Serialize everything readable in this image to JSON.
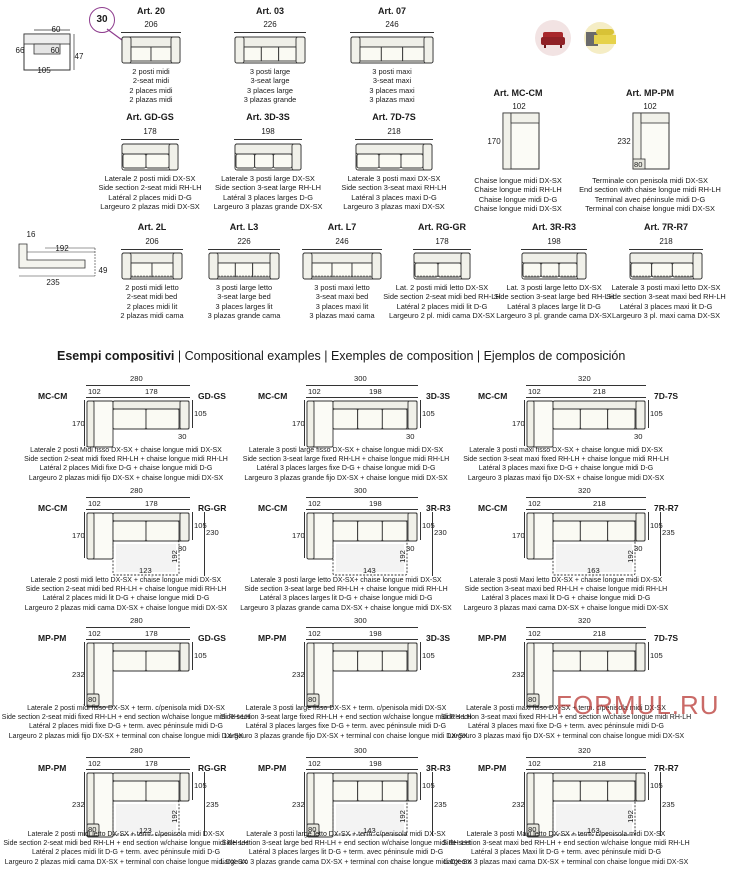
{
  "badge": "30",
  "module_dims": {
    "top": "60",
    "left": "66",
    "inner": "60",
    "right": "47",
    "bottom": "105"
  },
  "bed_dims": {
    "top": "16",
    "width": "192",
    "depth": "235",
    "height": "49"
  },
  "icons": {
    "sofa_icon": "sofa-icon",
    "bed_icon": "sofa-bed-icon"
  },
  "colors": {
    "accent": "#b7312d",
    "sofa_red": "#a8282c",
    "sofa_yellow": "#e6d24a",
    "icon_bg": "#f2e3e3"
  },
  "row1": [
    {
      "art": "Art. 20",
      "width": "206",
      "desc": [
        "2 posti midi",
        "2-seat midi",
        "2 places midi",
        "2 plazas midi"
      ]
    },
    {
      "art": "Art. 03",
      "width": "226",
      "desc": [
        "3 posti large",
        "3-seat large",
        "3 places large",
        "3 plazas grande"
      ]
    },
    {
      "art": "Art. 07",
      "width": "246",
      "desc": [
        "3 posti maxi",
        "3-seat maxi",
        "3 places maxi",
        "3 plazas maxi"
      ]
    }
  ],
  "row2": [
    {
      "art": "Art. GD-GS",
      "width": "178",
      "desc": [
        "Laterale 2 posti midi DX-SX",
        "Side section 2-seat midi RH-LH",
        "Latéral 2 places midi D-G",
        "Largeuro 2 plazas midi DX-SX"
      ]
    },
    {
      "art": "Art. 3D-3S",
      "width": "198",
      "desc": [
        "Laterale 3 posti large DX-SX",
        "Side section 3-seat large RH-LH",
        "Latéral 3 places larges D-G",
        "Largeuro 3 plazas grande DX-SX"
      ]
    },
    {
      "art": "Art. 7D-7S",
      "width": "218",
      "desc": [
        "Laterale 3 posti maxi DX-SX",
        "Side section 3-seat maxi RH-LH",
        "Latéral 3 places maxi D-G",
        "Largeuro 3 plazas maxi DX-SX"
      ]
    }
  ],
  "mc": {
    "art": "Art. MC-CM",
    "width": "102",
    "depth": "170",
    "desc": [
      "Chaise longue midi DX-SX",
      "Chaise longue midi RH-LH",
      "Chaise longue midi D-G",
      "Chaise longue midi DX-SX"
    ]
  },
  "mp": {
    "art": "Art. MP-PM",
    "width": "102",
    "depth": "232",
    "foot": "80",
    "desc": [
      "Terminale con penisola midi DX-SX",
      "End section with chaise longue midi RH-LH",
      "Terminal avec péninsule midi D-G",
      "Terminal con chaise longue midi DX-SX"
    ]
  },
  "row3": [
    {
      "art": "Art. 2L",
      "width": "206",
      "desc": [
        "2 posti midi letto",
        "2-seat midi bed",
        "2 places midi lit",
        "2 plazas midi cama"
      ]
    },
    {
      "art": "Art. L3",
      "width": "226",
      "desc": [
        "3 posti large letto",
        "3-seat large bed",
        "3 places larges lit",
        "3 plazas grande cama"
      ]
    },
    {
      "art": "Art. L7",
      "width": "246",
      "desc": [
        "3 posti maxi letto",
        "3-seat maxi bed",
        "3 places maxi lit",
        "3 plazas maxi cama"
      ]
    },
    {
      "art": "Art. RG-GR",
      "width": "178",
      "desc": [
        "Lat. 2 posti midi letto DX-SX",
        "Side section 2-seat midi bed RH-LH",
        "Latéral 2 places midi lit D-G",
        "Largeuro 2 pl. midi cama DX-SX"
      ]
    },
    {
      "art": "Art. 3R-R3",
      "width": "198",
      "desc": [
        "Lat. 3 posti large letto DX-SX",
        "Side section 3-seat large bed RH-LH",
        "Latéral 3 places large lit D-G",
        "Largeuro 3 pl. grande cama DX-SX"
      ]
    },
    {
      "art": "Art. 7R-R7",
      "width": "218",
      "desc": [
        "Laterale 3 posti maxi letto DX-SX",
        "Side section 3-seat maxi bed RH-LH",
        "Latéral 3 places maxi lit D-G",
        "Largeuro 3 pl. maxi cama DX-SX"
      ]
    }
  ],
  "heading": {
    "bold": "Esempi compositivi",
    "rest": " | Compositional examples | Exemples de composition | Ejemplos de composición"
  },
  "examples": [
    {
      "left": "MC-CM",
      "right": "GD-GS",
      "total": "280",
      "a": "102",
      "b": "178",
      "depth": "105",
      "low": "30",
      "side": "170",
      "desc": [
        "Laterale 2 posti Midi fisso DX-SX + chaise longue midi DX-SX",
        "Side section 2-seat midi fixed RH-LH + chaise longue midi RH-LH",
        "Latéral 2 places Midi fixe D-G + chaise longue midi D-G",
        "Largeuro 2 plazas midi fijo DX-SX + chaise longue midi DX-SX"
      ]
    },
    {
      "left": "MC-CM",
      "right": "3D-3S",
      "total": "300",
      "a": "102",
      "b": "198",
      "depth": "105",
      "low": "30",
      "side": "170",
      "desc": [
        "Laterale 3 posti large fisso DX-SX + chaise longue midi DX-SX",
        "Side section 3-seat large fixed RH-LH + chaise longue midi RH-LH",
        "Latéral 3 places larges fixe D-G + chaise longue midi D-G",
        "Largeuro 3 plazas grande fijo DX-SX + chaise longue midi DX-SX"
      ]
    },
    {
      "left": "MC-CM",
      "right": "7D-7S",
      "total": "320",
      "a": "102",
      "b": "218",
      "depth": "105",
      "low": "30",
      "side": "170",
      "desc": [
        "Laterale 3 posti maxi fisso DX-SX + chaise longue midi DX-SX",
        "Side section 3-seat maxi fixed RH-LH + chaise longue midi RH-LH",
        "Latéral 3 places maxi fixe D-G + chaise longue midi D-G",
        "Largeuro 3 plazas maxi fijo DX-SX + chaise longue midi DX-SX"
      ]
    },
    {
      "left": "MC-CM",
      "right": "RG-GR",
      "total": "280",
      "a": "102",
      "b": "178",
      "depth": "105",
      "low": "30",
      "side": "170",
      "bed_w": "123",
      "bed_d": "192",
      "extra": "230",
      "desc": [
        "Laterale 2 posti midi letto DX-SX + chaise longue midi DX-SX",
        "Side section 2-seat midi bed RH-LH + chaise longue midi RH-LH",
        "Latéral 2 places midi lit D-G + chaise longue midi D-G",
        "Largeuro 2 plazas midi cama DX-SX + chaise longue midi DX-SX"
      ]
    },
    {
      "left": "MC-CM",
      "right": "3R-R3",
      "total": "300",
      "a": "102",
      "b": "198",
      "depth": "105",
      "low": "30",
      "side": "170",
      "bed_w": "143",
      "bed_d": "192",
      "extra": "230",
      "desc": [
        "Laterale 3 posti large letto DX-SX+ chaise longue midi DX-SX",
        "Side section 3-seat large bed RH-LH + chaise longue midi RH-LH",
        "Latéral 3 places larges lit D-G + chaise longue midi D-G",
        "Largeuro 3 plazas grande cama DX-SX + chaise longue midi DX-SX"
      ]
    },
    {
      "left": "MC-CM",
      "right": "7R-R7",
      "total": "320",
      "a": "102",
      "b": "218",
      "depth": "105",
      "low": "30",
      "side": "170",
      "bed_w": "163",
      "bed_d": "192",
      "extra": "235",
      "desc": [
        "Laterale 3 posti Maxi letto DX-SX + chaise longue midi DX-SX",
        "Side section 3-seat maxi bed RH-LH + chaise longue midi RH-LH",
        "Latéral 3 places maxi lit D-G + chaise longue midi D-G",
        "Largeuro 3 plazas maxi cama DX-SX + chaise longue midi DX-SX"
      ]
    },
    {
      "left": "MP-PM",
      "right": "GD-GS",
      "total": "280",
      "a": "102",
      "b": "178",
      "depth": "105",
      "side": "232",
      "foot": "80",
      "desc": [
        "Laterale 2 posti midi fisso DX-SX + term. c/penisola midi DX-SX",
        "Side section 2-seat midi fixed RH-LH + end section w/chaise longue midi RH-LH",
        "Latéral 2 places midi fixe D-G + term. avec péninsule midi D-G",
        "Largeuro 2 plazas midi fijo DX-SX + terminal con chaise longue midi DX-SX"
      ]
    },
    {
      "left": "MP-PM",
      "right": "3D-3S",
      "total": "300",
      "a": "102",
      "b": "198",
      "depth": "105",
      "side": "232",
      "foot": "80",
      "desc": [
        "Laterale 3 posti large fisso DX-SX + term. c/penisola midi DX-SX",
        "Side section 3-seat large fixed RH-LH + end section w/chaise longue midi RH-LH",
        "Latéral 3 places larges fixe D-G + term. avec péninsule midi D-G",
        "Largeuro 3 plazas grande fijo DX-SX + terminal con chaise longue midi DX-SX"
      ]
    },
    {
      "left": "MP-PM",
      "right": "7D-7S",
      "total": "320",
      "a": "102",
      "b": "218",
      "depth": "105",
      "side": "232",
      "foot": "80",
      "desc": [
        "Laterale 3 posti maxi fisso DX-SX + term. c/penisola midi DX-SX",
        "Side section 3-seat maxi fixed RH-LH + end section w/chaise longue midi RH-LH",
        "Latéral 3 places maxi fixe D-G + term. avec péninsule midi D-G",
        "Largeuro 3 plazas maxi fijo DX-SX + terminal con chaise longue midi DX-SX"
      ]
    },
    {
      "left": "MP-PM",
      "right": "RG-GR",
      "total": "280",
      "a": "102",
      "b": "178",
      "depth": "105",
      "side": "232",
      "foot": "80",
      "bed_w": "123",
      "bed_d": "192",
      "extra": "235",
      "desc": [
        "Laterale 2 posti midi letto DX-SX + term. c/penisola midi DX-SX",
        "Side section 2-seat midi bed RH-LH + end section w/chaise longue midi RH-LH",
        "Latéral 2 places midi lit D-G + term. avec péninsule midi D-G",
        "Largeuro 2 plazas midi cama DX-SX + terminal con chaise longue midi DX-SX"
      ]
    },
    {
      "left": "MP-PM",
      "right": "3R-R3",
      "total": "300",
      "a": "102",
      "b": "198",
      "depth": "105",
      "side": "232",
      "foot": "80",
      "bed_w": "143",
      "bed_d": "192",
      "extra": "235",
      "desc": [
        "Laterale 3 posti large letto DX-SX + term. c/penisola midi DX-SX",
        "Side section 3-seat large bed RH-LH + end section w/chaise longue midi RH-LH",
        "Latéral 3 places larges lit D-G + term. avec péninsule midi D-G",
        "Largeuro 3 plazas grande cama DX-SX + terminal con chaise longue midi DX-SX"
      ]
    },
    {
      "left": "MP-PM",
      "right": "7R-R7",
      "total": "320",
      "a": "102",
      "b": "218",
      "depth": "105",
      "side": "232",
      "foot": "80",
      "bed_w": "163",
      "bed_d": "192",
      "extra": "235",
      "desc": [
        "Laterale 3 posti Maxi letto DX-SX + term. c/penisola midi DX-SX",
        "Side section 3-seat maxi bed RH-LH + end section w/chaise longue midi RH-LH",
        "Latéral 3 places Maxi lit D-G + term. avec péninsule midi D-G",
        "Largeuro 3 plazas maxi cama DX-SX + terminal con chaise longue midi DX-SX"
      ]
    }
  ],
  "watermark": "FORMUL.RU"
}
